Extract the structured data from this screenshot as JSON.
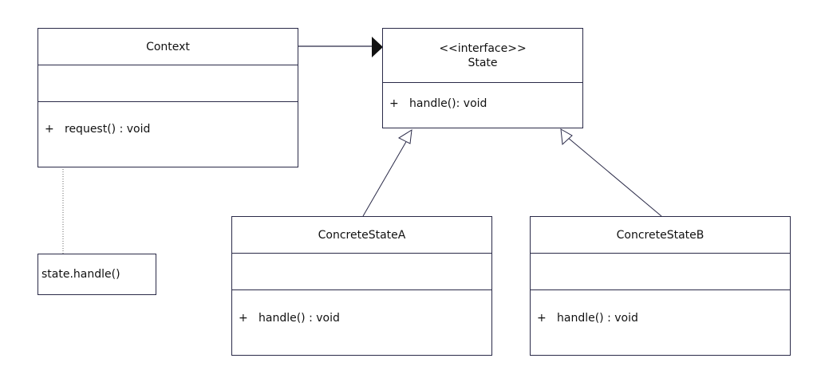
{
  "colors": {
    "line": "#2a2a48",
    "text": "#111111"
  },
  "classes": {
    "context": {
      "name": "Context",
      "operation": {
        "visibility": "+",
        "signature": "request() : void"
      }
    },
    "state": {
      "stereotype": "<<interface>>",
      "name": "State",
      "operation": {
        "visibility": "+",
        "signature": "handle(): void"
      }
    },
    "concrete_a": {
      "name": "ConcreteStateA",
      "operation": {
        "visibility": "+",
        "signature": "handle() : void"
      }
    },
    "concrete_b": {
      "name": "ConcreteStateB",
      "operation": {
        "visibility": "+",
        "signature": "handle() : void"
      }
    }
  },
  "note": {
    "text": "state.handle()"
  }
}
